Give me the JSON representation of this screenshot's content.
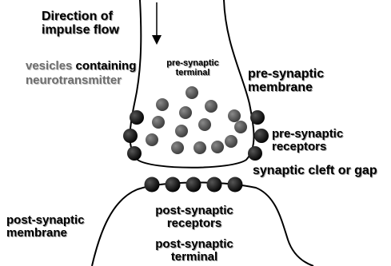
{
  "labels": {
    "direction": "Direction of\nimpulse flow",
    "vesicles_word": "vesicles",
    "vesicles_rest": " containing",
    "neurotransmitter": "neurotransmitter",
    "presynaptic_terminal": "pre-synaptic\nterminal",
    "presynaptic_membrane": "pre-synaptic\nmembrane",
    "presynaptic_receptors": "pre-synaptic\nreceptors",
    "synaptic_cleft": "synaptic cleft or gap",
    "postsynaptic_membrane": "post-synaptic\nmembrane",
    "postsynaptic_receptors": "post-synaptic\nreceptors",
    "postsynaptic_terminal": "post-synaptic\nterminal"
  },
  "colors": {
    "outline": "#000000",
    "vesicle": "#555555",
    "receptor": "#111111",
    "vesicle_label": "#6e6e6e"
  }
}
